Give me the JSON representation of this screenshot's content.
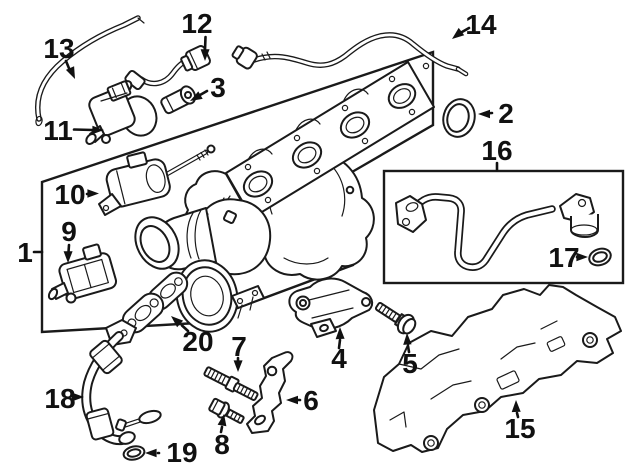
{
  "diagram": {
    "background_color": "#ffffff",
    "line_color": "#1a1a1a",
    "callout_color": "#111111",
    "callouts": [
      {
        "label": "1"
      },
      {
        "label": "2"
      },
      {
        "label": "3"
      },
      {
        "label": "4"
      },
      {
        "label": "5"
      },
      {
        "label": "6"
      },
      {
        "label": "7"
      },
      {
        "label": "8"
      },
      {
        "label": "9"
      },
      {
        "label": "10"
      },
      {
        "label": "11"
      },
      {
        "label": "12"
      },
      {
        "label": "13"
      },
      {
        "label": "14"
      },
      {
        "label": "15"
      },
      {
        "label": "16"
      },
      {
        "label": "17"
      },
      {
        "label": "18"
      },
      {
        "label": "19"
      },
      {
        "label": "20"
      }
    ]
  }
}
